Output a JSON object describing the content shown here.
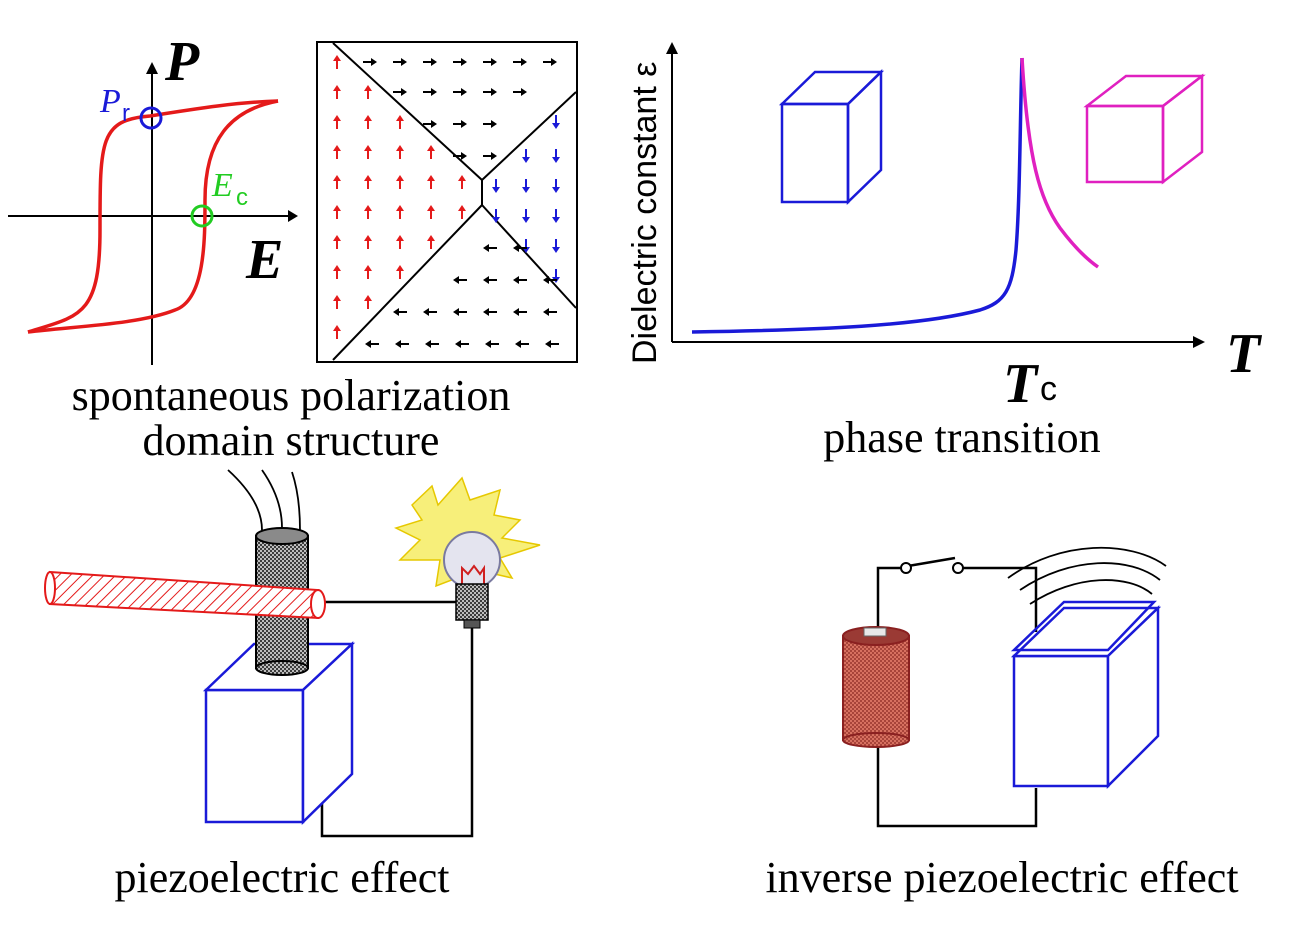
{
  "colors": {
    "red": "#e41a1a",
    "blue": "#1a1ad8",
    "green": "#22cc22",
    "magenta": "#e020c0",
    "black": "#000000",
    "bulb_flash": "#f7ef7a",
    "battery": "#c85a4a"
  },
  "hysteresis": {
    "axis_y": "P",
    "axis_x": "E",
    "remanent_main": "P",
    "remanent_sub": "r",
    "coercive_main": "E",
    "coercive_sub": "c"
  },
  "phase": {
    "ylabel": "Dielectric constant ε",
    "xlabel": "T",
    "tc_main": "T",
    "tc_sub": "c"
  },
  "captions": {
    "spontaneous": "spontaneous polarization",
    "domain": "domain structure",
    "phase_transition": "phase transition",
    "piezo": "piezoelectric effect",
    "inverse_piezo": "inverse piezoelectric effect"
  },
  "icons": {
    "domain_arrows": "arrow-icon",
    "bulb": "light-bulb-icon",
    "battery": "battery-icon",
    "switch": "switch-icon",
    "hammer": "hammer-icon"
  }
}
